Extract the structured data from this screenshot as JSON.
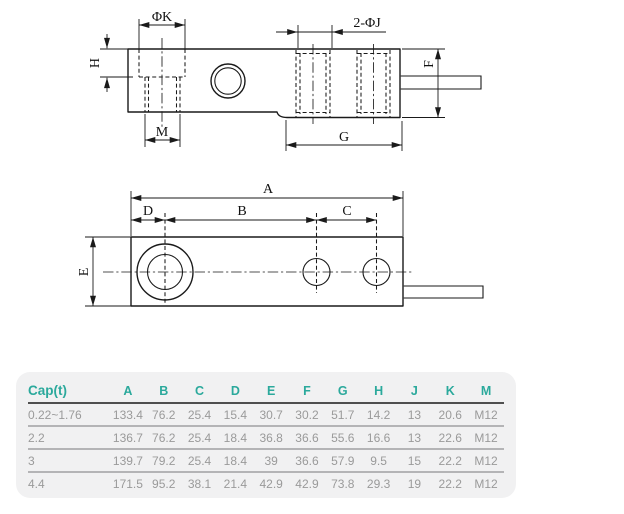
{
  "drawing": {
    "labels": {
      "phi_k": "ΦK",
      "two_phi_j": "2-ΦJ",
      "h": "H",
      "m": "M",
      "g": "G",
      "f": "F",
      "a": "A",
      "b": "B",
      "c": "C",
      "d": "D",
      "e": "E"
    }
  },
  "colors": {
    "accent_teal": "#2ba99c",
    "panel_bg": "#f1f1f2",
    "line": "#1a1a1a",
    "data_text": "#9a9a9a"
  },
  "table": {
    "headers": [
      "Cap(t)",
      "A",
      "B",
      "C",
      "D",
      "E",
      "F",
      "G",
      "H",
      "J",
      "K",
      "M"
    ],
    "rows": [
      [
        "0.22~1.76",
        "133.4",
        "76.2",
        "25.4",
        "15.4",
        "30.7",
        "30.2",
        "51.7",
        "14.2",
        "13",
        "20.6",
        "M12"
      ],
      [
        "2.2",
        "136.7",
        "76.2",
        "25.4",
        "18.4",
        "36.8",
        "36.6",
        "55.6",
        "16.6",
        "13",
        "22.6",
        "M12"
      ],
      [
        "3",
        "139.7",
        "79.2",
        "25.4",
        "18.4",
        "39",
        "36.6",
        "57.9",
        "9.5",
        "15",
        "22.2",
        "M12"
      ],
      [
        "4.4",
        "171.5",
        "95.2",
        "38.1",
        "21.4",
        "42.9",
        "42.9",
        "73.8",
        "29.3",
        "19",
        "22.2",
        "M12"
      ]
    ]
  }
}
